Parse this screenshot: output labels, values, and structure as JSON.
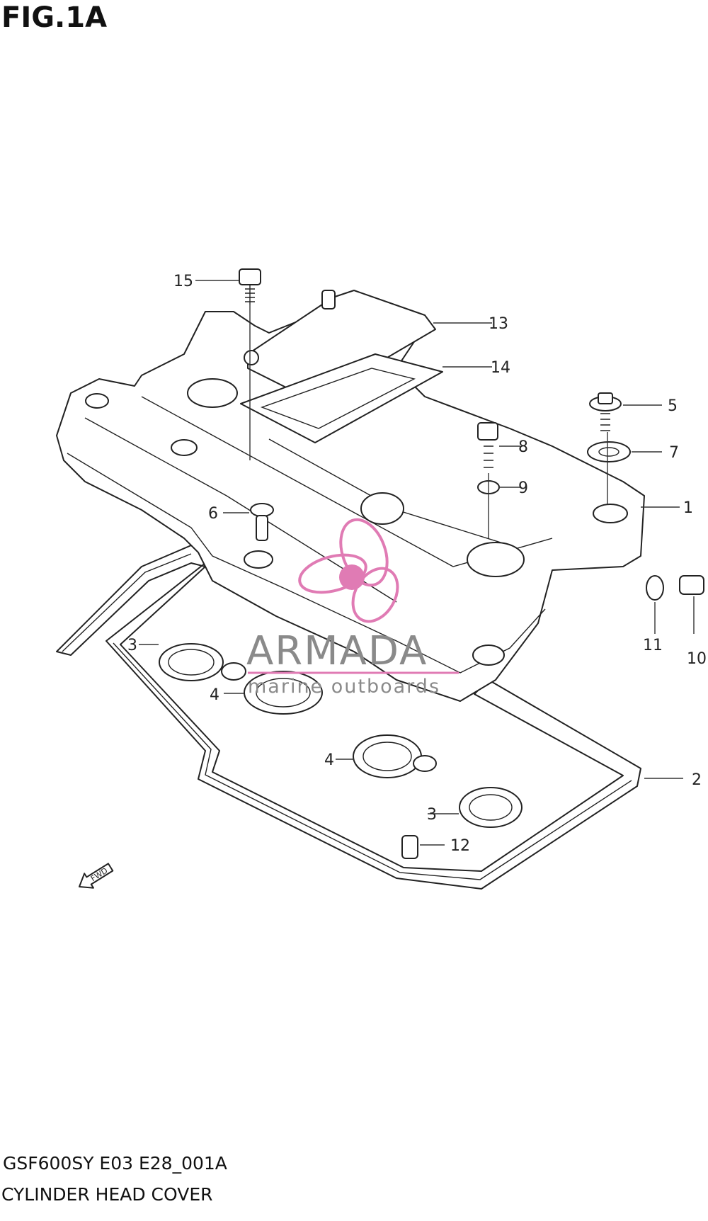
{
  "figure": {
    "title": "FIG.1A",
    "model_code": "GSF600SY E03 E28_001A",
    "section_name": "CYLINDER HEAD COVER"
  },
  "callouts": [
    "15",
    "13",
    "14",
    "5",
    "8",
    "7",
    "9",
    "1",
    "6",
    "11",
    "10",
    "3",
    "4",
    "4",
    "2",
    "3",
    "12"
  ],
  "watermark": {
    "brand": "ARMADA",
    "tagline": "marine outboards",
    "color": "#e07bb4"
  },
  "direction_marker": "FWD"
}
